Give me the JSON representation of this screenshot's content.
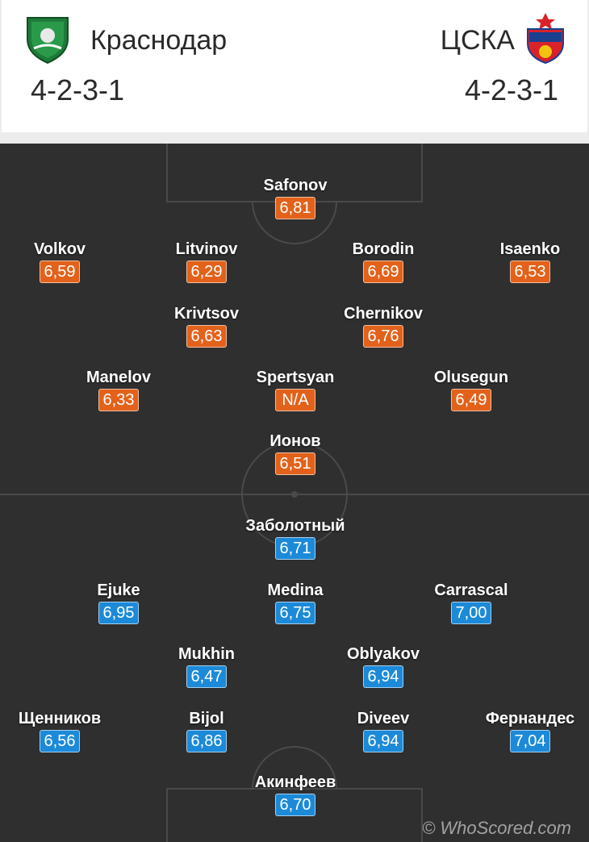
{
  "home": {
    "name": "Краснодар",
    "formation": "4-2-3-1",
    "crest_icon": "krasnodar-crest-icon",
    "color": "#e2621b",
    "players": [
      {
        "name": "Safonov",
        "rating": "6,81"
      },
      {
        "name": "Volkov",
        "rating": "6,59"
      },
      {
        "name": "Litvinov",
        "rating": "6,29"
      },
      {
        "name": "Borodin",
        "rating": "6,69"
      },
      {
        "name": "Isaenko",
        "rating": "6,53"
      },
      {
        "name": "Krivtsov",
        "rating": "6,63"
      },
      {
        "name": "Chernikov",
        "rating": "6,76"
      },
      {
        "name": "Manelov",
        "rating": "6,33"
      },
      {
        "name": "Spertsyan",
        "rating": "N/A"
      },
      {
        "name": "Olusegun",
        "rating": "6,49"
      },
      {
        "name": "Ионов",
        "rating": "6,51"
      }
    ]
  },
  "away": {
    "name": "ЦСКА",
    "formation": "4-2-3-1",
    "crest_icon": "cska-crest-icon",
    "color": "#1c8ad8",
    "players": [
      {
        "name": "Заболотный",
        "rating": "6,71"
      },
      {
        "name": "Ejuke",
        "rating": "6,95"
      },
      {
        "name": "Medina",
        "rating": "6,75"
      },
      {
        "name": "Carrascal",
        "rating": "7,00"
      },
      {
        "name": "Mukhin",
        "rating": "6,47"
      },
      {
        "name": "Oblyakov",
        "rating": "6,94"
      },
      {
        "name": "Щенников",
        "rating": "6,56"
      },
      {
        "name": "Bijol",
        "rating": "6,86"
      },
      {
        "name": "Diveev",
        "rating": "6,94"
      },
      {
        "name": "Фернандес",
        "rating": "7,04"
      },
      {
        "name": "Акинфеев",
        "rating": "6,70"
      }
    ]
  },
  "watermark": "© WhoScored.com"
}
